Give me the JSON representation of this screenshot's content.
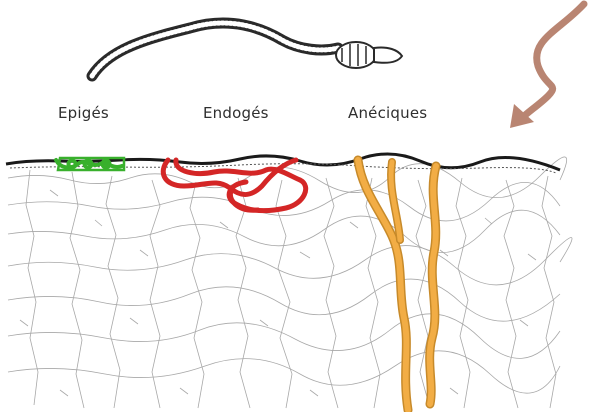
{
  "labels": {
    "epiges": "Epigés",
    "endoges": "Endogés",
    "aneciques": "Anéciques"
  },
  "colors": {
    "epiges": "#38b02c",
    "endoges": "#d42626",
    "aneciques": "#f2ad45",
    "arrow": "#b98572",
    "soil_lines": "#a8a8a8",
    "surface": "#1a1a1a",
    "worm": "#2a2a2a"
  },
  "icons": {
    "worm": "earthworm-illustration",
    "arrow": "curved-arrow-down-left"
  }
}
